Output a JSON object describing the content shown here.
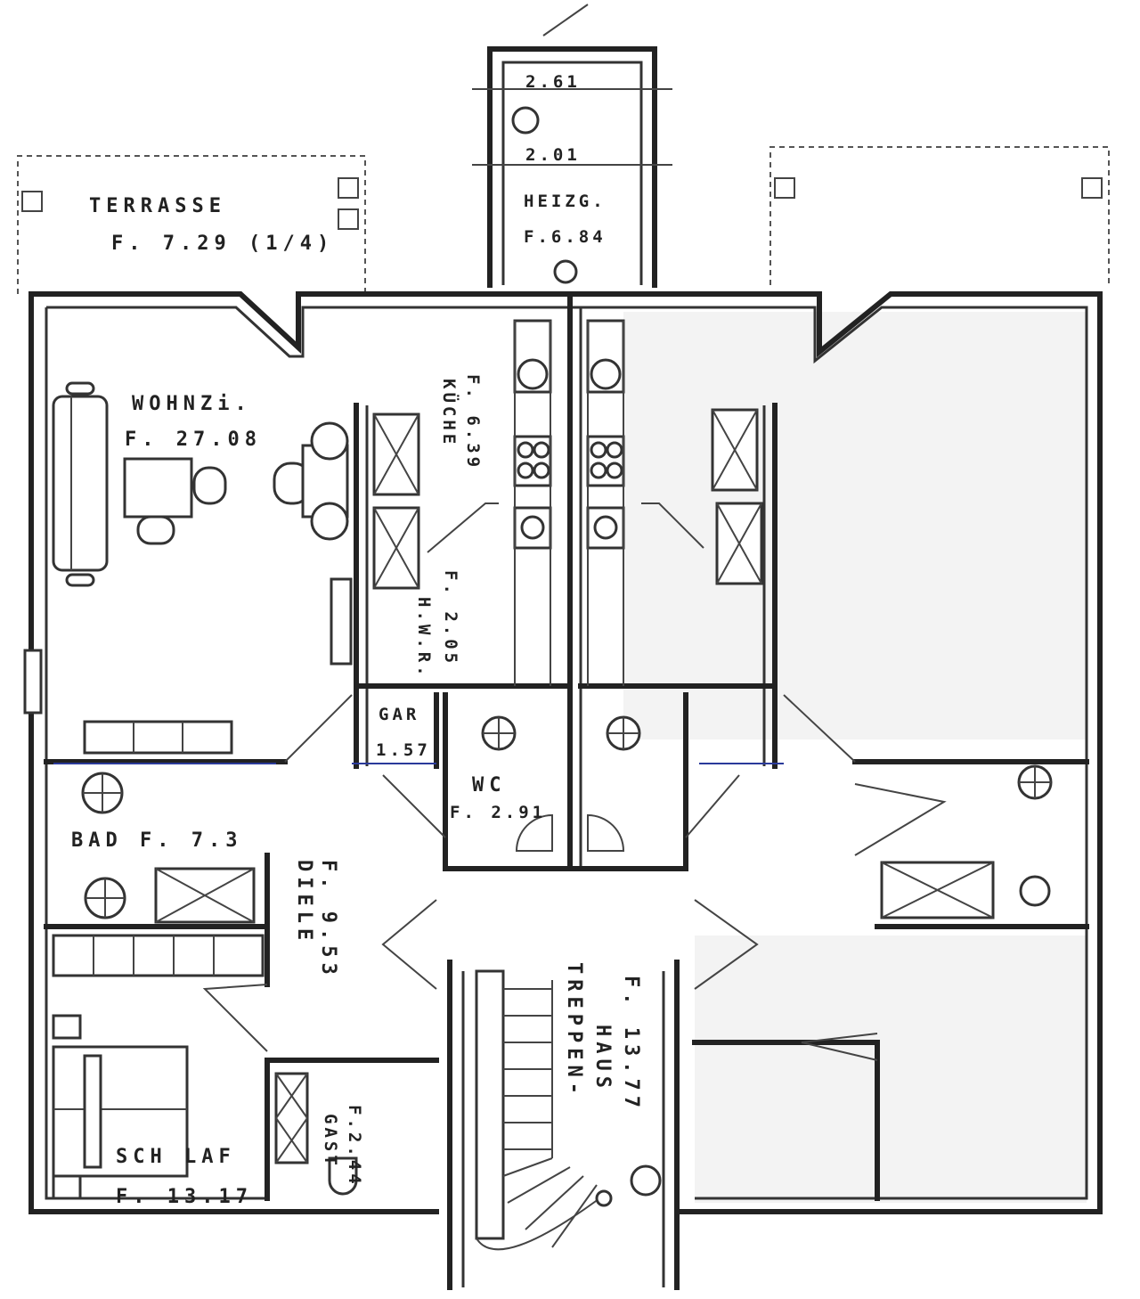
{
  "plan": {
    "rooms": {
      "terrasse": {
        "name": "TERRASSE",
        "area": "F. 7.29 (1/4)"
      },
      "heizung": {
        "name": "HEIZG.",
        "area": "F.6.84",
        "dim_top": "2.61",
        "dim_mid": "2.01"
      },
      "wohnzimmer": {
        "name": "WOHNZi.",
        "area": "F. 27.08"
      },
      "kueche": {
        "name": "KÜCHE",
        "area": "F. 6.39"
      },
      "hwr": {
        "name": "H.W.R.",
        "area": "F. 2.05"
      },
      "garderobe": {
        "name": "GAR",
        "area": "1.57"
      },
      "wc": {
        "name": "WC",
        "area": "F. 2.91"
      },
      "bad": {
        "name": "BAD F. 7.3"
      },
      "diele": {
        "name": "DIELE",
        "area": "F. 9.53"
      },
      "gast": {
        "name": "GAST",
        "area": "F.2.44"
      },
      "schlafzimmer": {
        "name": "SCH LAF",
        "area": "F. 13.17"
      },
      "treppenhaus": {
        "name": "TREPPEN-",
        "name2": "HAUS",
        "area": "F. 13.77"
      }
    }
  }
}
